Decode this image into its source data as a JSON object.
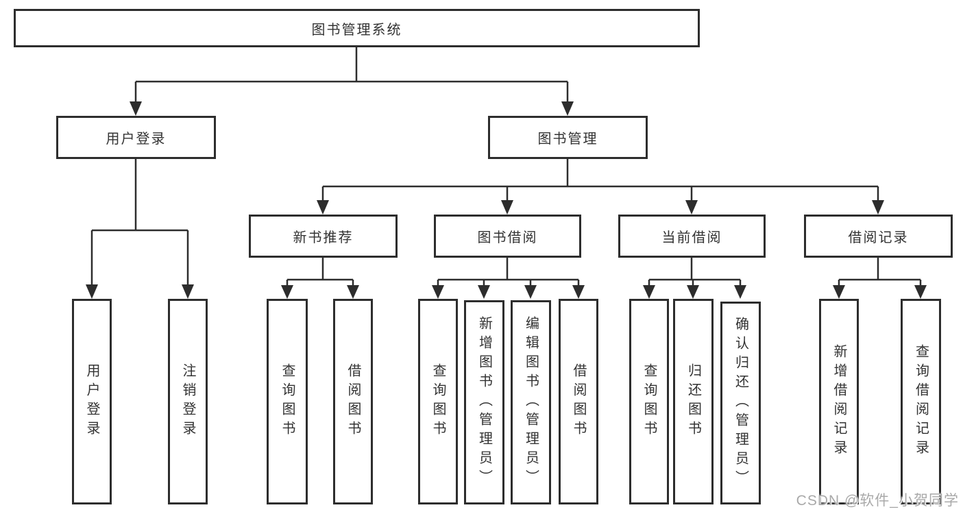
{
  "title": "图书管理系统",
  "tree": {
    "root": "图书管理系统",
    "user_login": {
      "label": "用户登录",
      "leaves": [
        "用户登录",
        "注销登录"
      ]
    },
    "book_management": {
      "label": "图书管理",
      "groups": [
        {
          "label": "新书推荐",
          "leaves": [
            "查询图书",
            "借阅图书"
          ]
        },
        {
          "label": "图书借阅",
          "leaves": [
            "查询图书",
            "新增图书（管理员）",
            "编辑图书（管理员）",
            "借阅图书"
          ]
        },
        {
          "label": "当前借阅",
          "leaves": [
            "查询图书",
            "归还图书",
            "确认归还（管理员）"
          ]
        },
        {
          "label": "借阅记录",
          "leaves": [
            "新增借阅记录",
            "查询借阅记录"
          ]
        }
      ]
    }
  },
  "watermark": "CSDN @软件_小贺同学",
  "colors": {
    "background": "#ffffff",
    "line": "#2d2d2d",
    "box_border": "#2d2d2d",
    "text": "#333333",
    "watermark": "#a9a9a9"
  }
}
